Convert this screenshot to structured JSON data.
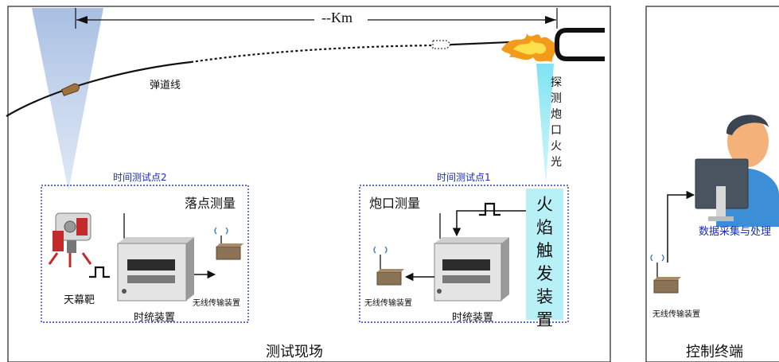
{
  "distance_label": "--Km",
  "trajectory_label": "弹道线",
  "detect_label": "探测炮口火光",
  "site_label": "测试现场",
  "terminal_label": "控制终端",
  "point2": {
    "title": "时间测试点2",
    "box_label": "落点测量",
    "target_label": "天幕靶",
    "timer_label": "时统装置",
    "wireless_label": "无线传输装置"
  },
  "point1": {
    "title": "时间测试点1",
    "box_label": "炮口测量",
    "timer_label": "时统装置",
    "wireless_label": "无线传输装置",
    "flame_trigger": "火焰触发装置"
  },
  "terminal": {
    "data_label": "数据采集与处理",
    "wireless_label": "无线传输装置"
  },
  "colors": {
    "frame": "#333333",
    "dotted_box": "#2a3bd6",
    "title_blue": "#1a2db8",
    "flame_box": "#b8f0f7",
    "light_cone": "#aec6e6",
    "cyan_cone": "#8fe6f3"
  }
}
